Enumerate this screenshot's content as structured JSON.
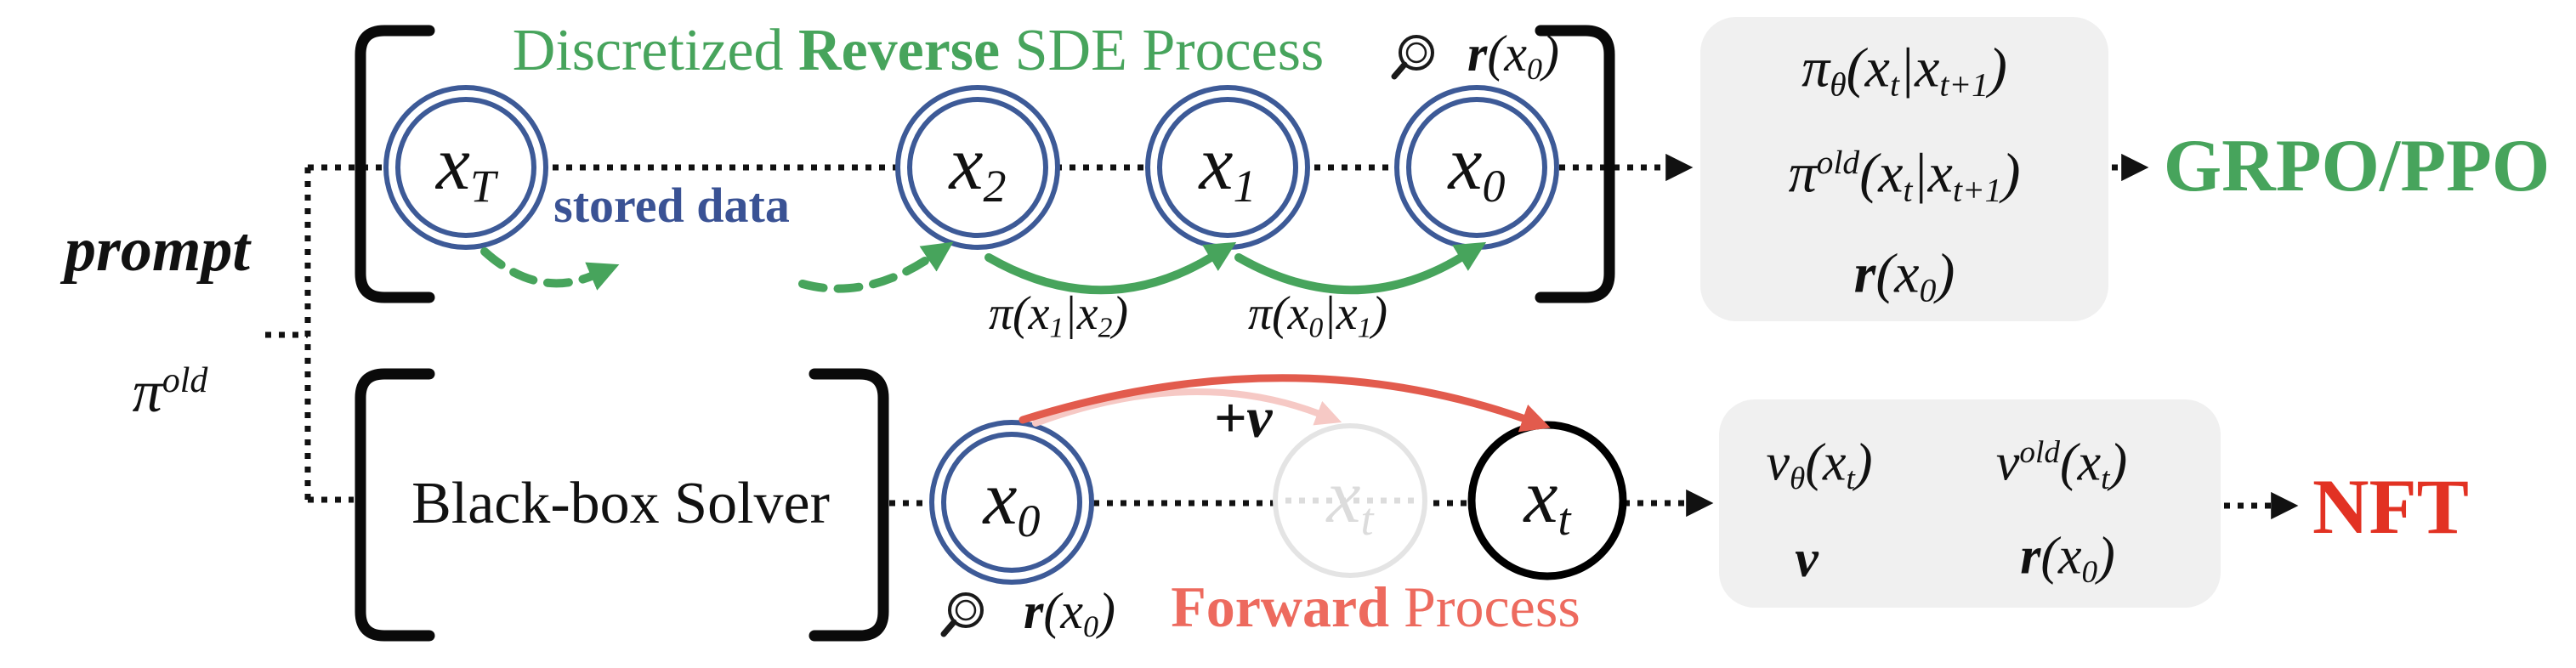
{
  "colors": {
    "green": "#47A45C",
    "circle_blue": "#3D5A97",
    "stored_data_blue": "#3A5294",
    "nft_red": "#E23223",
    "forward_red": "#ED6A5E",
    "arrow_red": "#E25B4D",
    "faded_pink": "#F6C9C5",
    "box_gray": "#F0F0F0",
    "faded_gray": "#E0E0E0",
    "black": "#111111"
  },
  "labels": {
    "prompt": "prompt",
    "stored_data": "stored data",
    "title_pre": "Discretized ",
    "title_bold": "Reverse",
    "title_post": " SDE Process",
    "blackbox": "Black-box Solver",
    "forward_bold": "Forward",
    "forward_rest": " Process",
    "grpo": "GRPO/PPO",
    "nft": "NFT"
  },
  "math": {
    "node_xT": [
      {
        "t": "x"
      },
      {
        "t": "T",
        "s": "sub"
      }
    ],
    "node_x2": [
      {
        "t": "x"
      },
      {
        "t": "2",
        "s": "sub"
      }
    ],
    "node_x1": [
      {
        "t": "x"
      },
      {
        "t": "1",
        "s": "sub"
      }
    ],
    "node_x0": [
      {
        "t": "x"
      },
      {
        "t": "0",
        "s": "sub"
      }
    ],
    "node_xt": [
      {
        "t": "x"
      },
      {
        "t": "t",
        "s": "sub"
      }
    ],
    "pi_old": [
      {
        "t": "π"
      },
      {
        "t": "old",
        "s": "sup"
      }
    ],
    "arc1_label": [
      {
        "t": "π(x"
      },
      {
        "t": "1",
        "s": "sub"
      },
      {
        "t": "|x"
      },
      {
        "t": "2",
        "s": "sub"
      },
      {
        "t": ")"
      }
    ],
    "arc2_label": [
      {
        "t": "π(x"
      },
      {
        "t": "0",
        "s": "sub"
      },
      {
        "t": "|x"
      },
      {
        "t": "1",
        "s": "sub"
      },
      {
        "t": ")"
      }
    ],
    "reward": [
      {
        "t": "r",
        "b": true
      },
      {
        "t": "(x"
      },
      {
        "t": "0",
        "s": "sub"
      },
      {
        "t": ")"
      }
    ],
    "plus_v": [
      {
        "t": "+v",
        "b": true
      }
    ],
    "box1_f1": [
      {
        "t": "π"
      },
      {
        "t": "θ",
        "s": "sub"
      },
      {
        "t": "(x"
      },
      {
        "t": "t",
        "s": "sub"
      },
      {
        "t": "|x"
      },
      {
        "t": "t+1",
        "s": "sub"
      },
      {
        "t": ")"
      }
    ],
    "box1_f2": [
      {
        "t": "π"
      },
      {
        "t": "old",
        "s": "sup"
      },
      {
        "t": "(x"
      },
      {
        "t": "t",
        "s": "sub"
      },
      {
        "t": "|x"
      },
      {
        "t": "t+1",
        "s": "sub"
      },
      {
        "t": ")"
      }
    ],
    "box2_f1": [
      {
        "t": "v"
      },
      {
        "t": "θ",
        "s": "sub"
      },
      {
        "t": "(x"
      },
      {
        "t": "t",
        "s": "sub"
      },
      {
        "t": ")"
      }
    ],
    "box2_f2": [
      {
        "t": "v"
      },
      {
        "t": "old",
        "s": "sup"
      },
      {
        "t": "(x"
      },
      {
        "t": "t",
        "s": "sub"
      },
      {
        "t": ")"
      }
    ],
    "box2_v": [
      {
        "t": "v",
        "b": true
      }
    ]
  }
}
